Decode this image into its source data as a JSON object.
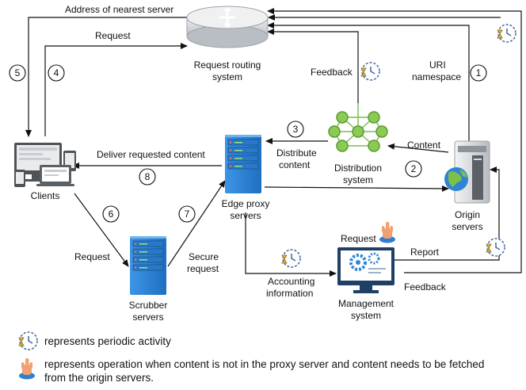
{
  "nodes": {
    "router": {
      "line1": "Request routing",
      "line2": "system"
    },
    "distribution": {
      "line1": "Distribution",
      "line2": "system"
    },
    "clients": {
      "label": "Clients"
    },
    "edge": {
      "line1": "Edge proxy",
      "line2": "servers"
    },
    "origin": {
      "line1": "Origin",
      "line2": "servers"
    },
    "scrubber": {
      "line1": "Scrubber",
      "line2": "servers"
    },
    "management": {
      "line1": "Management",
      "line2": "system"
    }
  },
  "edges": {
    "address": "Address of nearest server",
    "request_top": "Request",
    "feedback_dist": "Feedback",
    "uri_line1": "URI",
    "uri_line2": "namespace",
    "content": "Content",
    "distribute_line1": "Distribute",
    "distribute_line2": "content",
    "deliver": "Deliver requested content",
    "request_scrub": "Request",
    "secure_line1": "Secure",
    "secure_line2": "request",
    "accounting_line1": "Accounting",
    "accounting_line2": "information",
    "request_mgmt": "Request",
    "report": "Report",
    "feedback_mgmt": "Feedback"
  },
  "steps": [
    "1",
    "2",
    "3",
    "4",
    "5",
    "6",
    "7",
    "8"
  ],
  "legend": {
    "periodic": "represents periodic activity",
    "hand_line1": "represents operation when content is not in the proxy server and content needs to be fetched",
    "hand_line2": "from the origin servers."
  },
  "colors": {
    "server_blue": "#2f84d6",
    "distribution_green": "#7cc04a",
    "router_gray": "#d6d9dd",
    "management_navy": "#1f3f66",
    "hand_orange": "#f0a072"
  }
}
